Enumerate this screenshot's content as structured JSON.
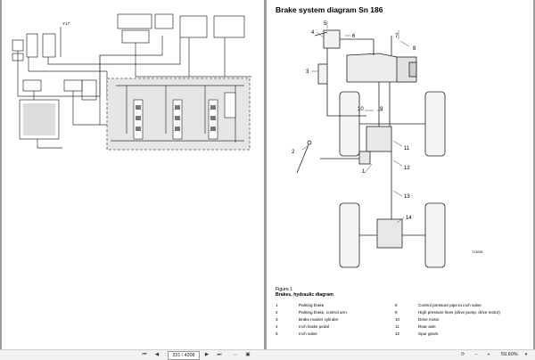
{
  "document": {
    "title": "Brake system diagram Sn 186",
    "figure_label": "Figure 1",
    "figure_caption": "Brakes, hydraulic diagram",
    "left_diagram_id": "Y17",
    "right_diagram_code": "Y13008",
    "legend": [
      {
        "num": "1",
        "text": "Parking brake"
      },
      {
        "num": "2",
        "text": "Parking brake, control arm"
      },
      {
        "num": "3",
        "text": "Brake master cylinder"
      },
      {
        "num": "4",
        "text": "Inch brake pedal"
      },
      {
        "num": "5",
        "text": "Inch valve"
      },
      {
        "num": "8",
        "text": "Control pressure pipe to inch valve"
      },
      {
        "num": "9",
        "text": "High pressure lines (drive pump, drive motor)"
      },
      {
        "num": "10",
        "text": "Drive motor"
      },
      {
        "num": "11",
        "text": "Rear axle"
      },
      {
        "num": "12",
        "text": "Spur gears"
      }
    ],
    "callouts": [
      "1",
      "2",
      "3",
      "4",
      "5",
      "6",
      "7",
      "8",
      "9",
      "10",
      "11",
      "12",
      "13",
      "14"
    ]
  },
  "statusbar": {
    "page_indicator": "331 / 4308",
    "zoom": "59.60%",
    "icons": [
      "first-page-icon",
      "prev-page-icon",
      "next-page-icon",
      "last-page-icon",
      "fit-width-icon",
      "fit-page-icon",
      "rotate-icon",
      "zoom-out-icon",
      "zoom-in-icon",
      "zoom-dropdown-icon"
    ]
  }
}
